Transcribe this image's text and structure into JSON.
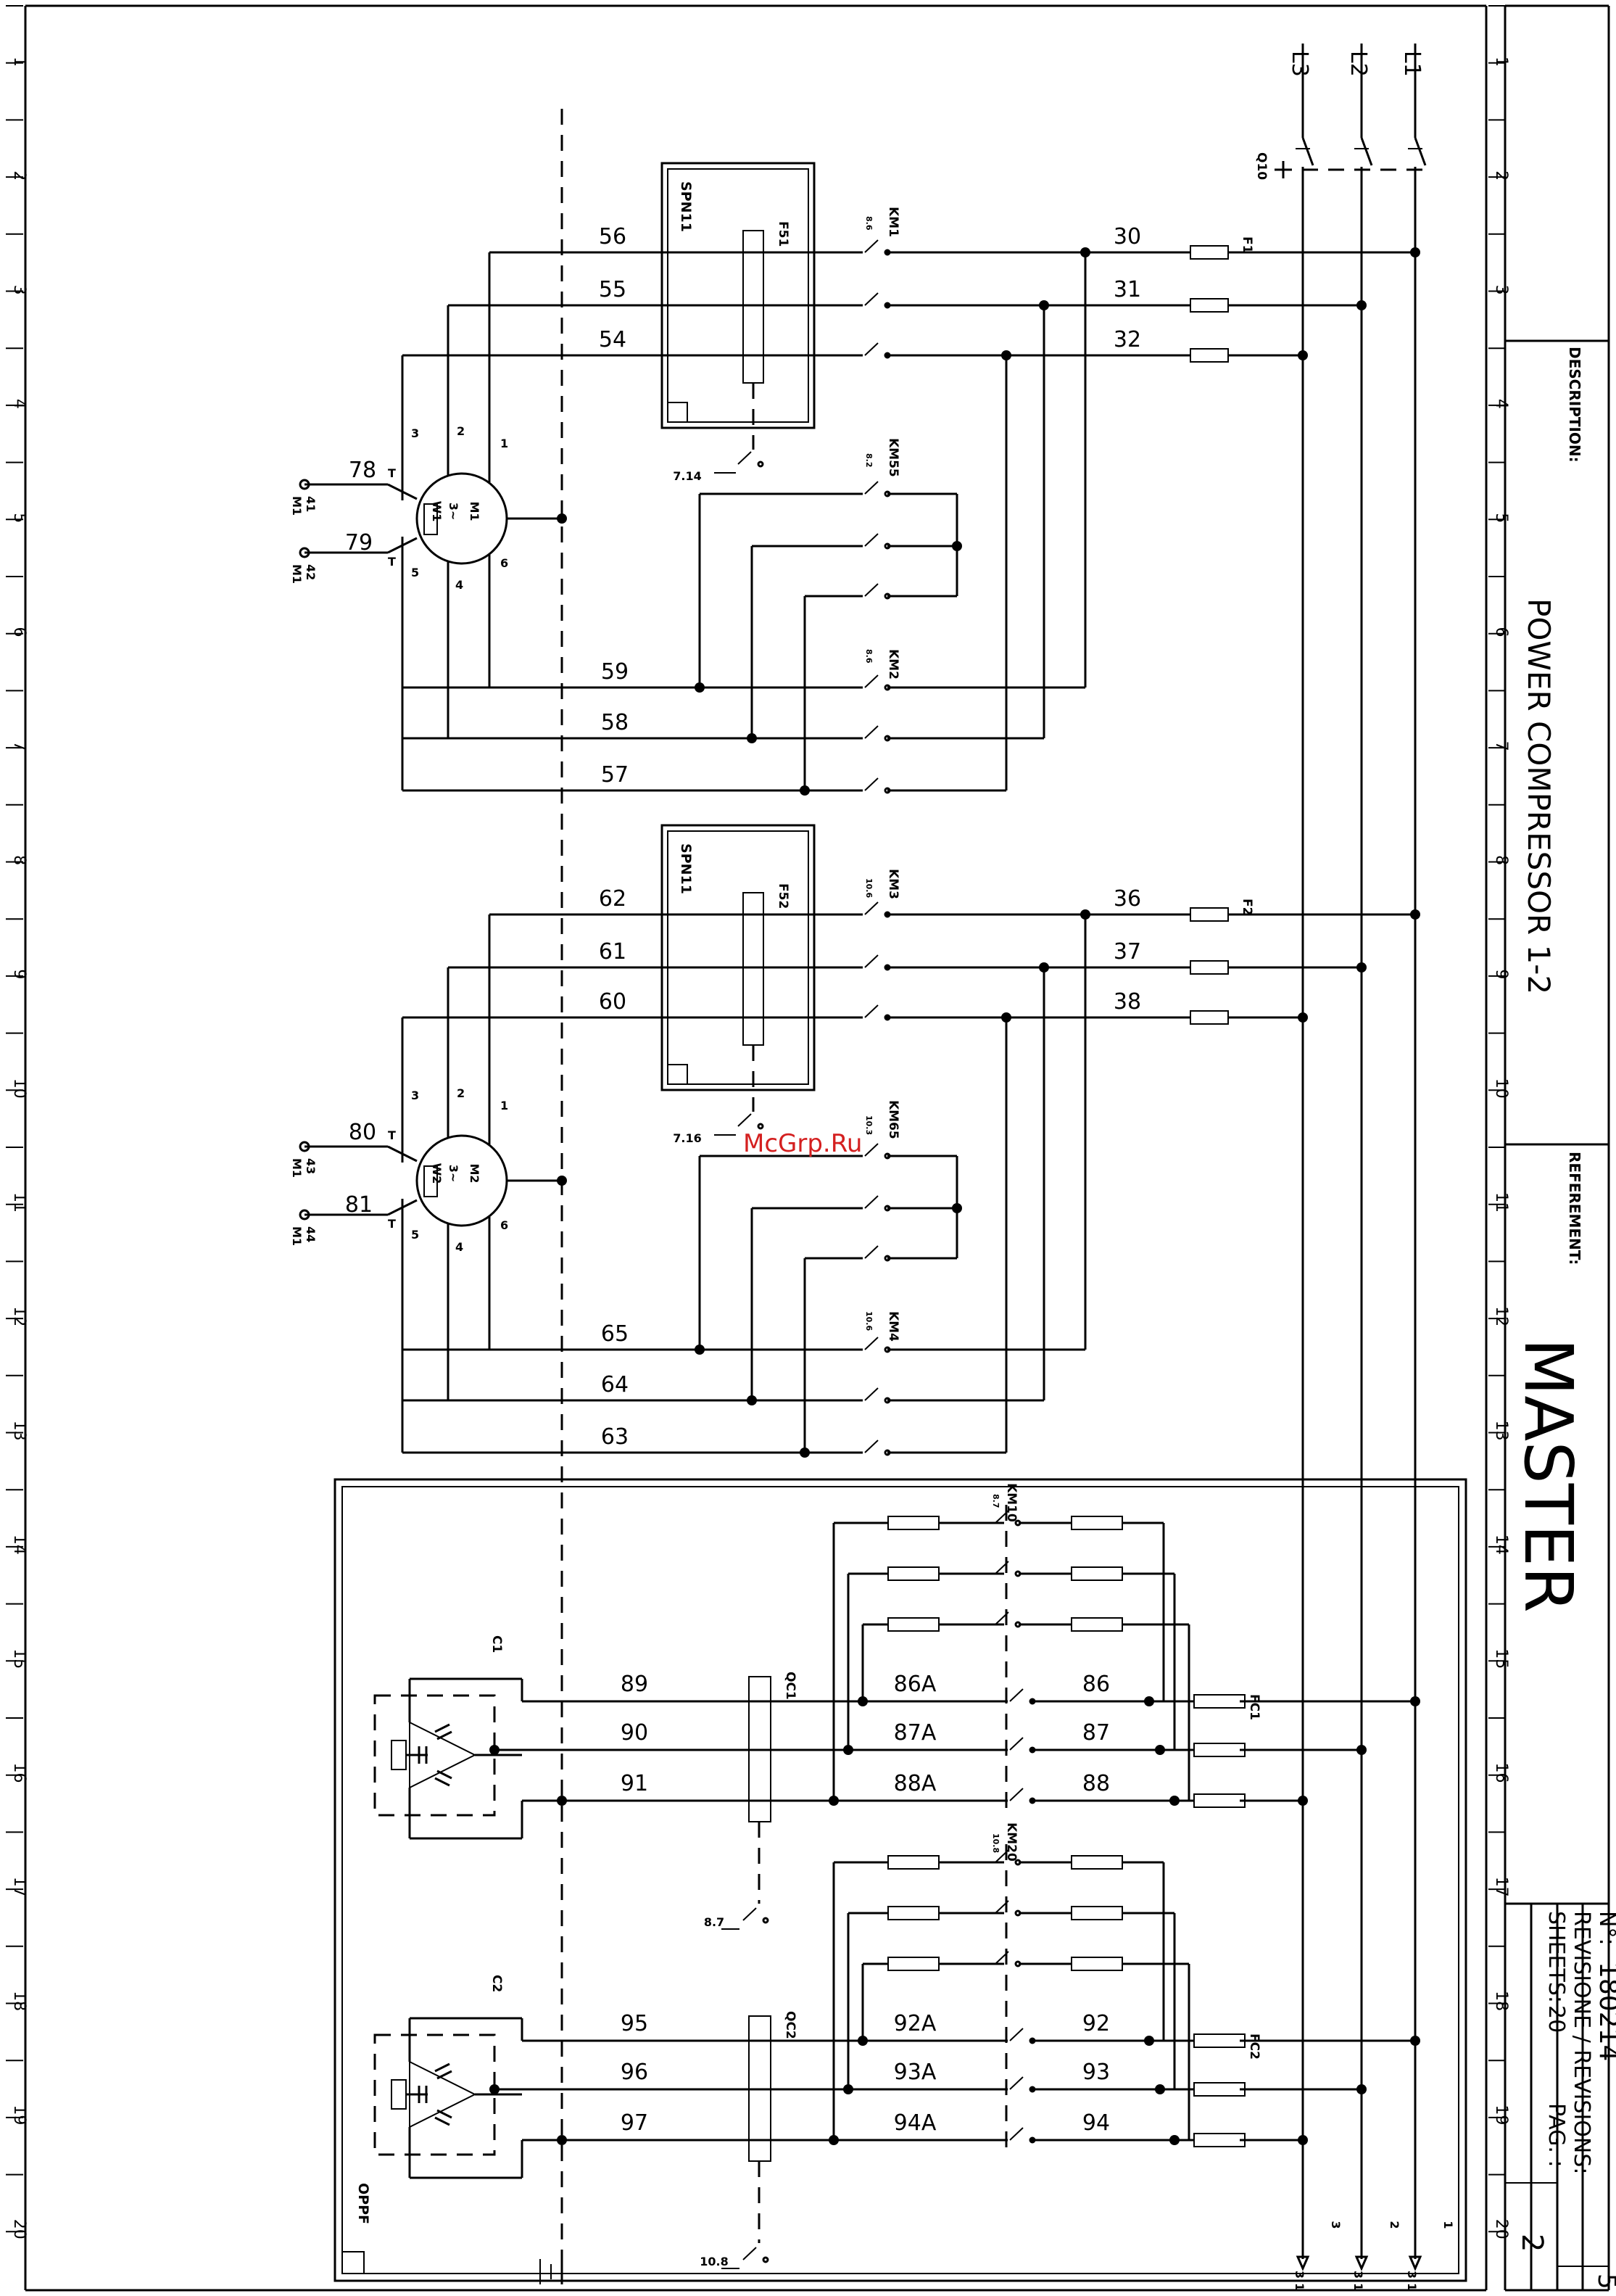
{
  "title_block": {
    "description_label": "DESCRIPTION:",
    "description": "POWER COMPRESSOR 1-2",
    "referement_label": "REFEREMENT:",
    "referement": "MASTER",
    "number_label": "N°:",
    "number": "180214",
    "revisions_label": "REVISIONE / REVISIONS:",
    "revisions": "5",
    "sheets_label": "SHEETS:",
    "sheets": "20",
    "page_label": "PAG. :",
    "page": "2"
  },
  "grid_numbers": [
    "1",
    "2",
    "3",
    "4",
    "5",
    "6",
    "7",
    "8",
    "9",
    "10",
    "11",
    "12",
    "13",
    "14",
    "15",
    "16",
    "17",
    "18",
    "19",
    "20"
  ],
  "supply": {
    "phases": [
      "L1",
      "L2",
      "L3"
    ],
    "main_switch": "Q10",
    "outputs": [
      "1",
      "2",
      "3"
    ],
    "output_refs": [
      "3.1",
      "3.1",
      "3.1"
    ]
  },
  "motor1": {
    "fuse": "F1",
    "line_wires": [
      "30",
      "31",
      "32"
    ],
    "star_contactor": "KM1",
    "star_contactor_ref": "8.6",
    "delta_shorting": "KM55",
    "delta_shorting_ref": "8.2",
    "delta_contactor": "KM2",
    "delta_contactor_ref": "8.6",
    "overload": "F51",
    "protection": "SPN11",
    "aux_ref": "7.14",
    "upper_wires": [
      "56",
      "55",
      "54"
    ],
    "lower_wires": [
      "59",
      "58",
      "57"
    ],
    "motor": "M1",
    "phase_symbol": "3~",
    "thermistor": "W1",
    "windings": [
      "1",
      "2",
      "3",
      "4",
      "5",
      "6"
    ],
    "thermo_wires": [
      "78",
      "79"
    ],
    "terminals": [
      "41",
      "42"
    ],
    "terminal_group": "M1",
    "thermistor_pin": "T"
  },
  "motor2": {
    "fuse": "F2",
    "line_wires": [
      "36",
      "37",
      "38"
    ],
    "star_contactor": "KM3",
    "star_contactor_ref": "10.6",
    "delta_shorting": "KM65",
    "delta_shorting_ref": "10.3",
    "delta_contactor": "KM4",
    "delta_contactor_ref": "10.6",
    "overload": "F52",
    "protection": "SPN11",
    "aux_ref": "7.16",
    "upper_wires": [
      "62",
      "61",
      "60"
    ],
    "lower_wires": [
      "65",
      "64",
      "63"
    ],
    "motor": "M2",
    "phase_symbol": "3~",
    "thermistor": "W2",
    "windings": [
      "1",
      "2",
      "3",
      "4",
      "5",
      "6"
    ],
    "thermo_wires": [
      "80",
      "81"
    ],
    "terminals": [
      "43",
      "44"
    ],
    "terminal_group": "M1",
    "thermistor_pin": "T"
  },
  "capacitor1": {
    "fuse": "FC1",
    "contactor": "KM10",
    "contactor_ref": "8.7",
    "breaker": "QC1",
    "aux_ref": "8.7",
    "capacitor": "C1",
    "line_wires": [
      "86",
      "87",
      "88"
    ],
    "mid_wires": [
      "86A",
      "87A",
      "88A"
    ],
    "out_wires": [
      "89",
      "90",
      "91"
    ]
  },
  "capacitor2": {
    "fuse": "FC2",
    "contactor": "KM20",
    "contactor_ref": "10.8",
    "breaker": "QC2",
    "aux_ref": "10.8",
    "capacitor": "C2",
    "line_wires": [
      "92",
      "93",
      "94"
    ],
    "mid_wires": [
      "92A",
      "93A",
      "94A"
    ],
    "out_wires": [
      "95",
      "96",
      "97"
    ]
  },
  "filter_label": "OPPF",
  "watermark": "McGrp.Ru"
}
